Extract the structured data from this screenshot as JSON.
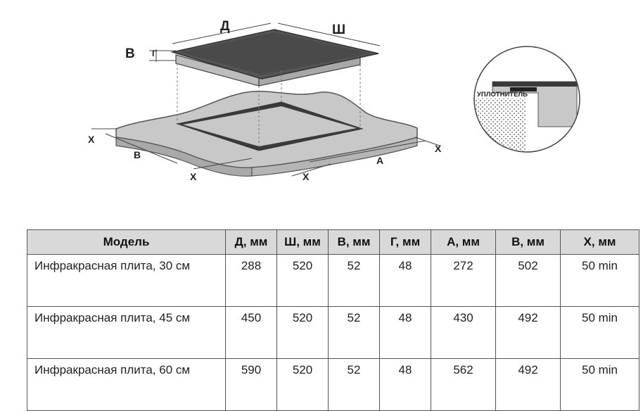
{
  "diagram": {
    "labels": {
      "depth": "Д",
      "width": "Ш",
      "height": "В",
      "glass": "Г",
      "cutout_depth": "В",
      "cutout_width": "А",
      "x": "Х"
    },
    "detail": {
      "seal_label": "УПЛОТНИТЕЛЬ"
    }
  },
  "table": {
    "headers": [
      "Модель",
      "Д, мм",
      "Ш, мм",
      "В, мм",
      "Г, мм",
      "А, мм",
      "В, мм",
      "Х, мм"
    ],
    "rows": [
      [
        "Инфракрасная плита, 30 см",
        "288",
        "520",
        "52",
        "48",
        "272",
        "502",
        "50 min"
      ],
      [
        "Инфракрасная плита, 45 см",
        "450",
        "520",
        "52",
        "48",
        "430",
        "492",
        "50 min"
      ],
      [
        "Инфракрасная плита, 60 см",
        "590",
        "520",
        "52",
        "48",
        "562",
        "492",
        "50 min"
      ]
    ]
  }
}
